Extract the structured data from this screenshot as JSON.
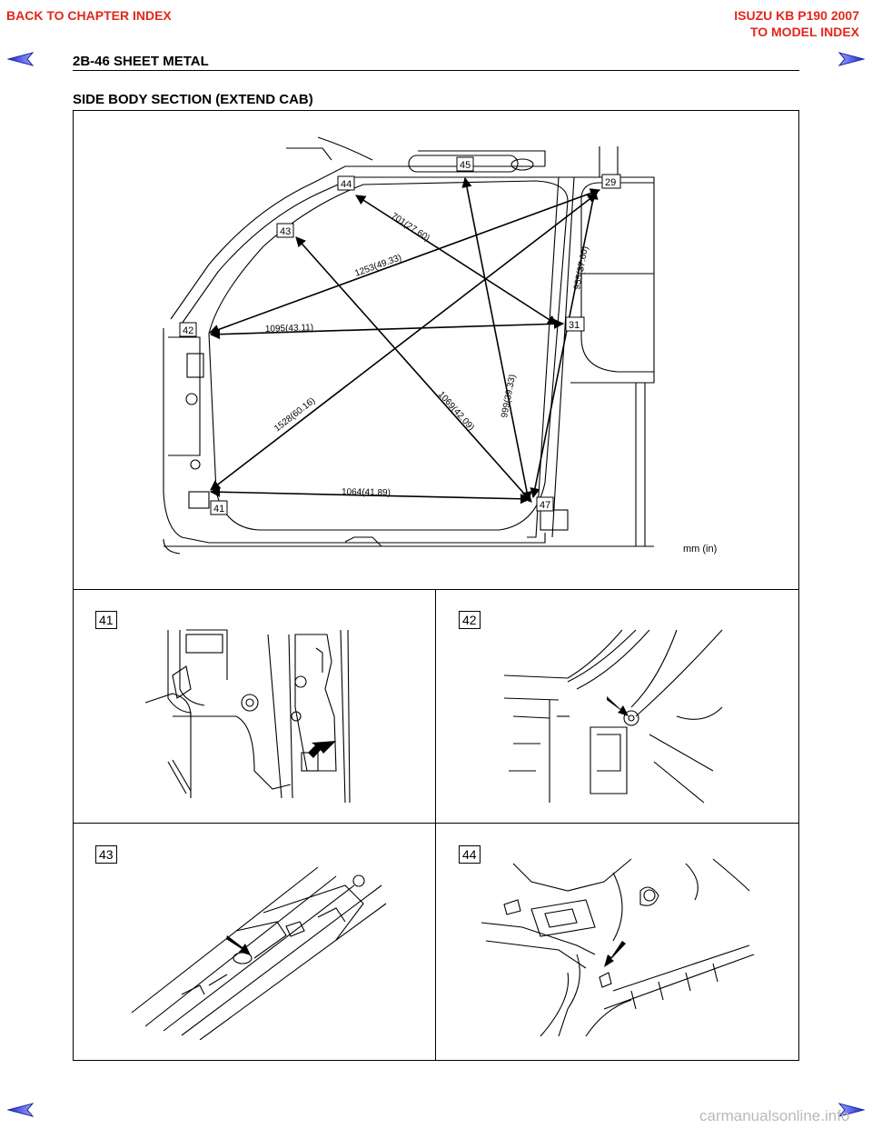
{
  "header": {
    "back_chapter": "BACK TO CHAPTER INDEX",
    "model_title": "ISUZU KB P190 2007",
    "to_model_index": "TO MODEL INDEX",
    "page_title": "2B-46  SHEET METAL"
  },
  "section_title": "SIDE BODY SECTION (EXTEND CAB)",
  "main_diagram": {
    "points": [
      "41",
      "42",
      "43",
      "44",
      "45",
      "29",
      "31",
      "47"
    ],
    "dimensions": [
      "701(27.60)",
      "1253(49.33)",
      "955(37.60)",
      "1095(43.11)",
      "999(39.33)",
      "1528(60.16)",
      "1069(42.09)",
      "1064(41.89)"
    ],
    "unit_note": "mm (in)"
  },
  "detail_panels": [
    {
      "label": "41"
    },
    {
      "label": "42"
    },
    {
      "label": "43"
    },
    {
      "label": "44"
    }
  ],
  "footer": {
    "watermark": "carmanualsonline.info"
  },
  "colors": {
    "link": "#e4261c",
    "arrow": "#2f45d6"
  },
  "icons": {
    "prev": "triangle-left-arrow-icon",
    "next": "triangle-right-arrow-icon"
  }
}
